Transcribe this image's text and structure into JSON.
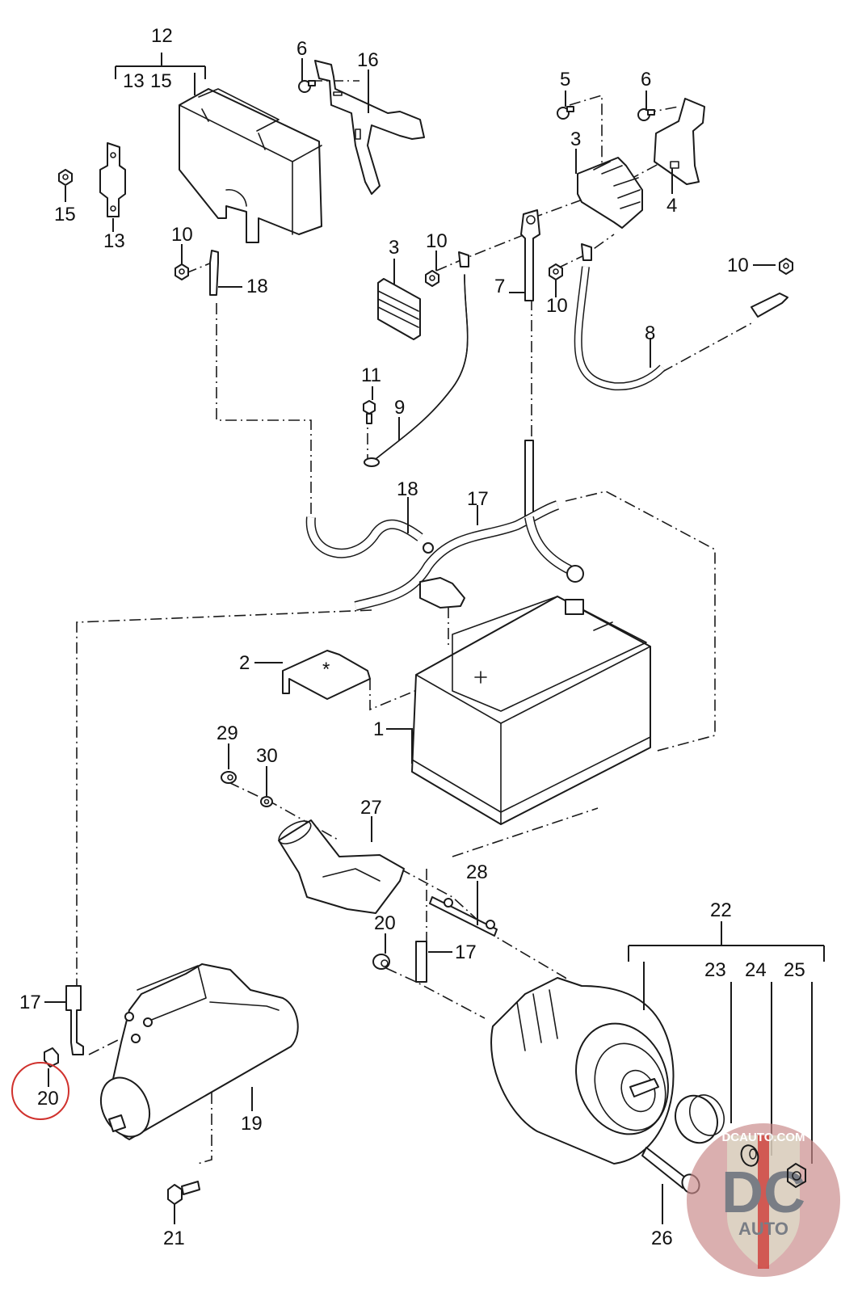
{
  "diagram": {
    "title": "Battery, starter and alternator exploded parts diagram",
    "callouts": {
      "c12": "12",
      "c13a": "13",
      "c15a": "15",
      "c15": "15",
      "c13": "13",
      "c6a": "6",
      "c16": "16",
      "c5": "5",
      "c6b": "6",
      "c3a": "3",
      "c4": "4",
      "c10a": "10",
      "c18a": "18",
      "c3b": "3",
      "c10b": "10",
      "c7": "7",
      "c10c": "10",
      "c10d": "10",
      "c8": "8",
      "c11": "11",
      "c9": "9",
      "c18b": "18",
      "c17a": "17",
      "c2": "2",
      "c1": "1",
      "c29": "29",
      "c30": "30",
      "c27": "27",
      "c28": "28",
      "c20a": "20",
      "c17b": "17",
      "c22": "22",
      "c23": "23",
      "c24": "24",
      "c25": "25",
      "c17c": "17",
      "c20b": "20",
      "c19": "19",
      "c21": "21",
      "c26": "26"
    },
    "highlight": {
      "part_number": "20",
      "color": "#d0312d"
    },
    "watermark": {
      "site": "DCAUTO.COM",
      "logo_letters": "DC",
      "logo_sub": "AUTO",
      "circle_color": "#c98a8a",
      "shield_color": "#d9d2bf",
      "letter_color": "#6b6f78",
      "stripe_color": "#c9302c"
    }
  }
}
